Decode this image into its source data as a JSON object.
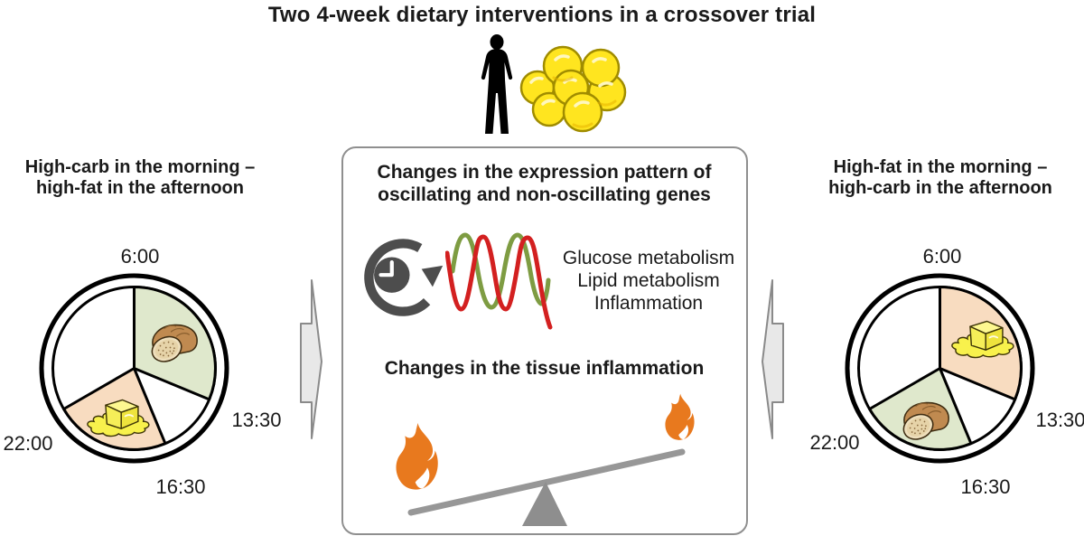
{
  "title": "Two 4-week dietary interventions in a crossover trial",
  "interventions": {
    "left": {
      "heading_line1": "High-carb in the morning –",
      "heading_line2": "high-fat in the afternoon",
      "clock": {
        "time_top": "6:00",
        "time_right": "13:30",
        "time_bottom": "16:30",
        "time_left": "22:00",
        "morning_food_icon": "bread-high-carb",
        "afternoon_food_icon": "butter-high-fat"
      }
    },
    "right": {
      "heading_line1": "High-fat in the morning –",
      "heading_line2": "high-carb in the afternoon",
      "clock": {
        "time_top": "6:00",
        "time_right": "13:30",
        "time_bottom": "16:30",
        "time_left": "22:00",
        "morning_food_icon": "butter-high-fat",
        "afternoon_food_icon": "bread-high-carb"
      }
    }
  },
  "center_panel": {
    "heading_line1": "Changes in the expression pattern of",
    "heading_line2": "oscillating and non-oscillating genes",
    "outcomes": [
      "Glucose metabolism",
      "Lipid metabolism",
      "Inflammation"
    ],
    "subheading": "Changes in the tissue inflammation"
  },
  "icons": {
    "person": "human-silhouette",
    "fat_cells": "adipocyte-cluster",
    "clock_cycle": "circadian-clock-arrow",
    "waves": "oscillating-gene-curves",
    "flame": "inflammation-flame",
    "seesaw": "balance-seesaw"
  },
  "colors": {
    "carb_sector_green": "#dfe8cc",
    "fat_sector_peach": "#f8dcc0",
    "wave_green": "#7e9c42",
    "wave_red": "#d32020",
    "flame_orange": "#e8791e",
    "arrow_fill": "#e8e8e8",
    "seesaw_gray": "#929292",
    "icon_dark_gray": "#4d4d4d",
    "fat_cell_yellow": "#ffe51f"
  }
}
